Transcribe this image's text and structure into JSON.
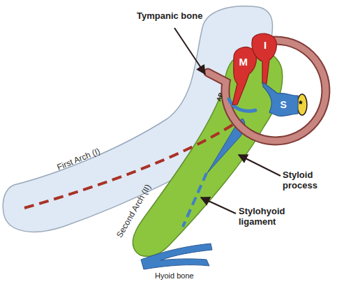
{
  "diagram": {
    "nodes": [
      {
        "text": [
          "First Arch (I)"
        ]
      },
      {
        "text": [
          "Second Arch (II)"
        ]
      },
      {
        "text": [
          "M"
        ]
      },
      {
        "text": [
          "I"
        ]
      },
      {
        "text": [
          "S"
        ]
      }
    ],
    "labels": [
      "Tympanic bone",
      "AP",
      "*",
      "Styloid process",
      "Stylohyoid ligament",
      "Hyoid bone"
    ]
  }
}
